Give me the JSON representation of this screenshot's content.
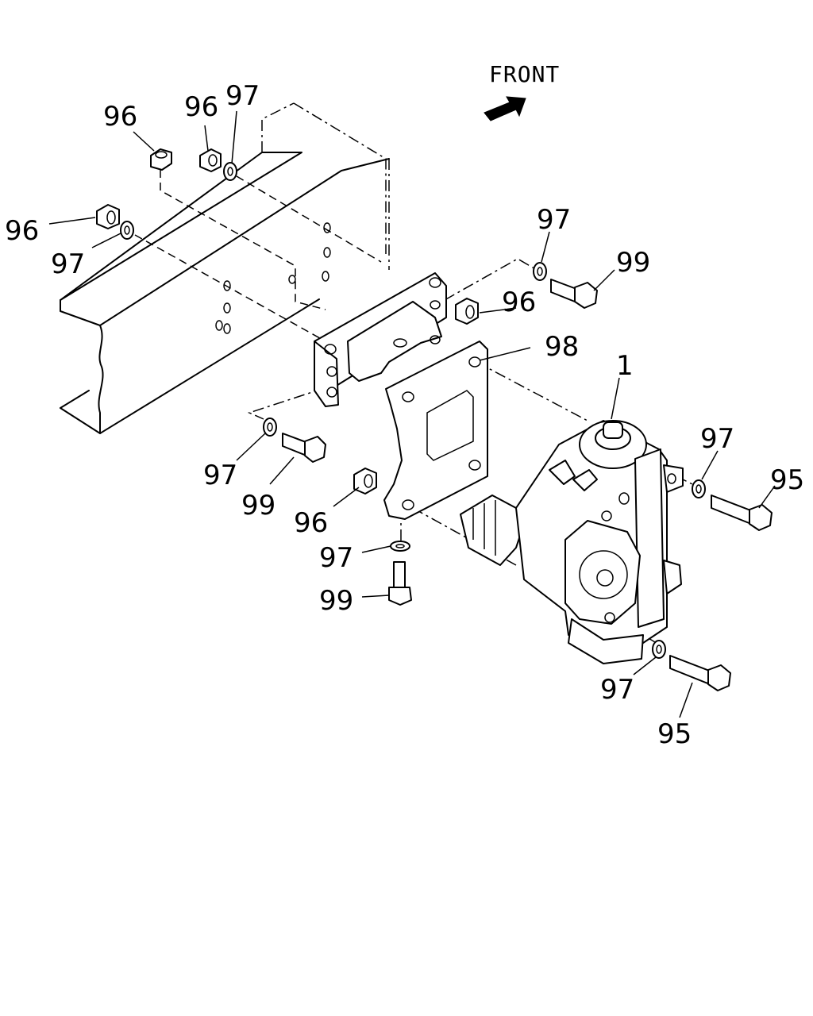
{
  "diagram": {
    "front_label": "FRONT",
    "callouts": {
      "nut_top_left": "96",
      "nut_top_mid": "96",
      "washer_top": "97",
      "nut_left": "96",
      "washer_left": "97",
      "washer_right_top": "97",
      "bolt_right_top": "99",
      "nut_right": "96",
      "bracket": "98",
      "gearbox": "1",
      "washer_right": "97",
      "bolt_right": "95",
      "washer_lower_left": "97",
      "bolt_lower_left": "99",
      "nut_lower": "96",
      "washer_bottom": "97",
      "bolt_bottom": "99",
      "washer_bottom_right": "97",
      "bolt_bottom_right": "95"
    }
  }
}
